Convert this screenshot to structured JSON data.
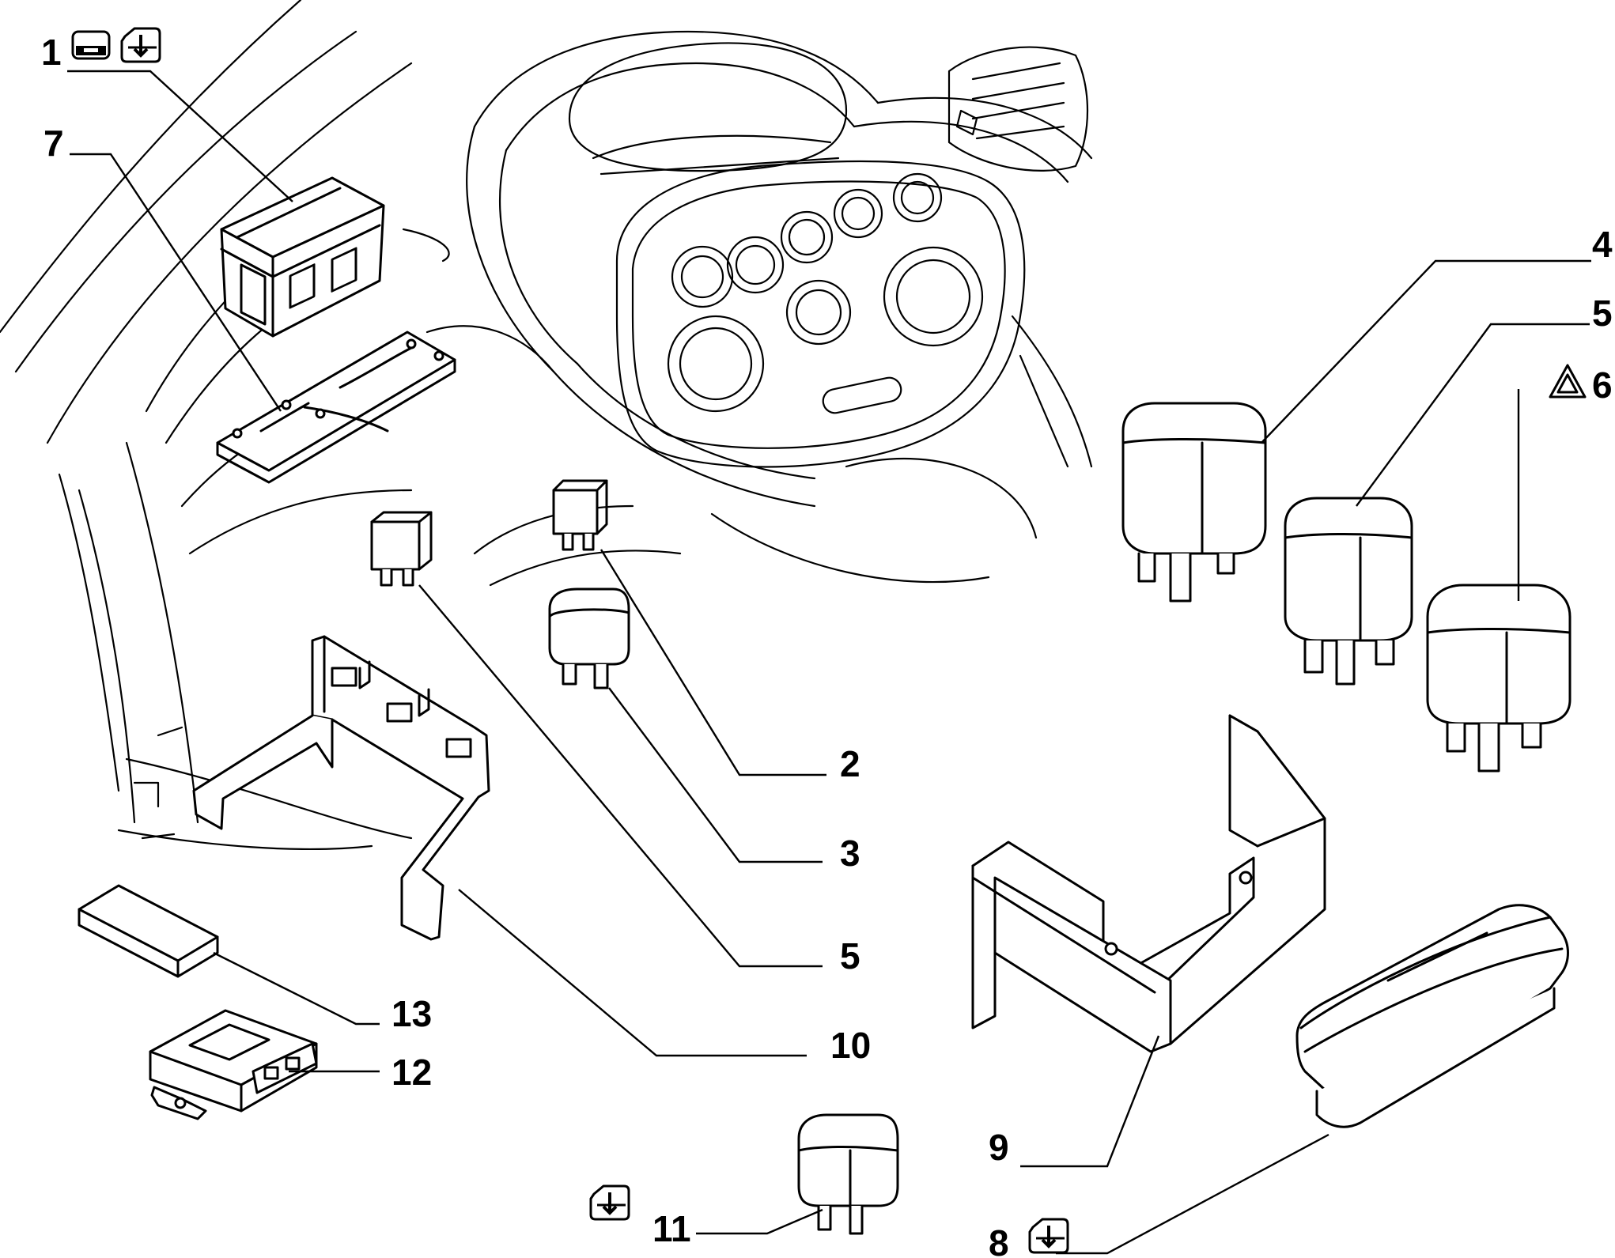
{
  "callouts": {
    "c1": "1",
    "c2": "2",
    "c3": "3",
    "c4": "4",
    "c5a": "5",
    "c5b": "5",
    "c6": "6",
    "c7": "7",
    "c8": "8",
    "c9": "9",
    "c10": "10",
    "c11": "11",
    "c12": "12",
    "c13": "13"
  },
  "icons": {
    "key_card": "key-card-icon",
    "door_panel": "door-panel-icon",
    "warning_triangle": "warning-triangle-icon"
  }
}
